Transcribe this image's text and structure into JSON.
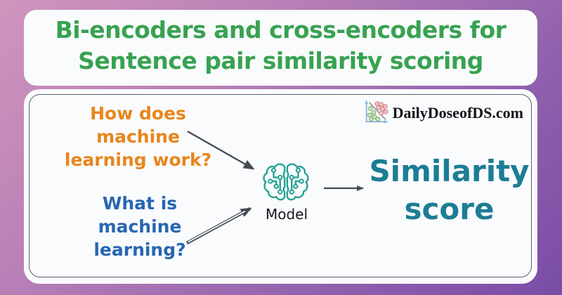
{
  "background": {
    "gradient_from": "#d095bd",
    "gradient_to": "#7a4da6"
  },
  "title": {
    "text": "Bi-encoders and cross-encoders for\nSentence pair similarity scoring",
    "color": "#38a251"
  },
  "branding": {
    "logo_text": "DailyDoseofDS.com",
    "logo_icon": "scatter-plot-icon"
  },
  "diagram": {
    "inputs": [
      {
        "id": "question-1",
        "text": "How does\nmachine\nlearning work?",
        "color": "#e8861c"
      },
      {
        "id": "question-2",
        "text": "What is\nmachine\nlearning?",
        "color": "#2766b0"
      }
    ],
    "model": {
      "label": "Model",
      "icon": "brain-circuit-icon",
      "color": "#25a292"
    },
    "output": {
      "text": "Similarity\nscore",
      "color": "#1c7d94"
    },
    "arrows": [
      {
        "from": "question-1",
        "to": "model",
        "style": "single-line"
      },
      {
        "from": "question-2",
        "to": "model",
        "style": "double-line"
      },
      {
        "from": "model",
        "to": "output",
        "style": "single-line"
      }
    ]
  }
}
